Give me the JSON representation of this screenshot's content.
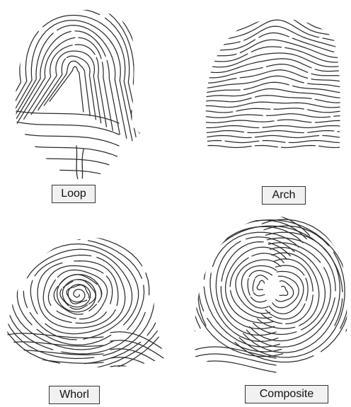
{
  "figure": {
    "line_color": "#2b2b2b",
    "label_background": "#f1f1f1",
    "panels": [
      {
        "key": "loop",
        "label": "Loop",
        "icon": "loop-fingerprint-icon"
      },
      {
        "key": "arch",
        "label": "Arch",
        "icon": "arch-fingerprint-icon"
      },
      {
        "key": "whorl",
        "label": "Whorl",
        "icon": "whorl-fingerprint-icon"
      },
      {
        "key": "composite",
        "label": "Composite",
        "icon": "composite-fingerprint-icon"
      }
    ]
  }
}
